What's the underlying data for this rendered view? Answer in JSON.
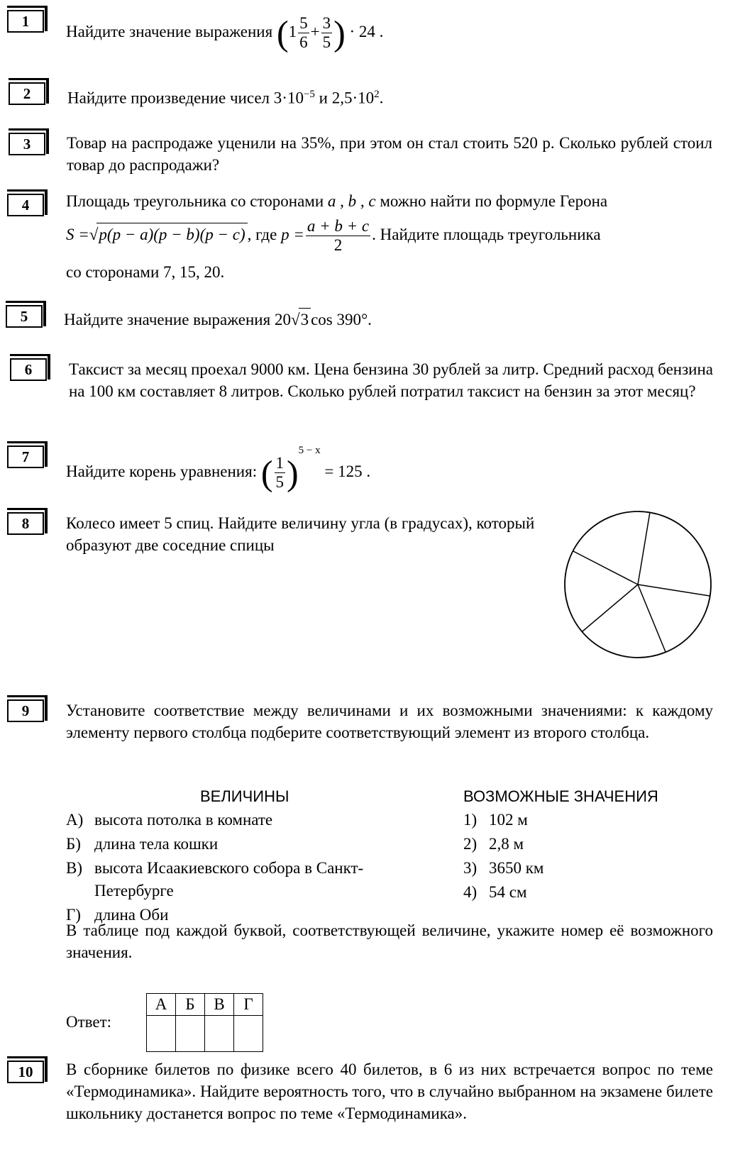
{
  "tasks": {
    "t1": {
      "number": "1",
      "text": "Найдите значение выражения",
      "whole": "1",
      "num1": "5",
      "den1": "6",
      "plus": "+",
      "num2": "3",
      "den2": "5",
      "tail": "· 24 ."
    },
    "t2": {
      "number": "2",
      "text": "Найдите произведение чисел",
      "a": "3·10",
      "a_exp": "−5",
      "and": "и",
      "b": "2,5·10",
      "b_exp": "2",
      "end": "."
    },
    "t3": {
      "number": "3",
      "text": "Товар на распродаже уценили на 35%, при этом он стал стоить 520 р. Сколько рублей стоил товар до распродажи?"
    },
    "t4": {
      "number": "4",
      "line1": "Площадь треугольника со сторонами",
      "vars": "a , b , c",
      "line1b": "можно найти по формуле Герона",
      "s_eq": "S =",
      "radicand": "p(p − a)(p − b)(p − c)",
      "where": ", где",
      "p_eq": "p =",
      "p_num": "a + b + c",
      "p_den": "2",
      "line2b": ". Найдите площадь треугольника",
      "line3": "со сторонами 7, 15, 20."
    },
    "t5": {
      "number": "5",
      "text": "Найдите значение выражения",
      "coef": "20",
      "rad": "3",
      "tail": "cos 390°."
    },
    "t6": {
      "number": "6",
      "text": "Таксист за месяц проехал 9000 км. Цена бензина 30 рублей за литр. Средний расход бензина на 100 км составляет 8 литров. Сколько рублей потратил таксист на бензин за этот месяц?"
    },
    "t7": {
      "number": "7",
      "text": "Найдите корень уравнения:",
      "num": "1",
      "den": "5",
      "exp": "5 − x",
      "tail": "= 125 ."
    },
    "t8": {
      "number": "8",
      "text": "Колесо имеет 5 спиц. Найдите величину угла (в градусах), который образуют две соседние спицы"
    },
    "t9": {
      "number": "9",
      "text": "Установите соответствие между величинами и их возможными значениями: к каждому элементу первого столбца подберите соответствующий элемент из второго столбца.",
      "col1_header": "ВЕЛИЧИНЫ",
      "col2_header": "ВОЗМОЖНЫЕ ЗНАЧЕНИЯ",
      "items": [
        {
          "k": "А)",
          "v": "высота потолка в комнате"
        },
        {
          "k": "Б)",
          "v": "длина тела кошки"
        },
        {
          "k": "В)",
          "v": "высота Исаакиевского собора в Санкт-"
        },
        {
          "k": "",
          "v": "Петербурге"
        },
        {
          "k": "Г)",
          "v": "длина Оби"
        }
      ],
      "values": [
        {
          "k": "1)",
          "v": "102 м"
        },
        {
          "k": "2)",
          "v": "2,8 м"
        },
        {
          "k": "3)",
          "v": "3650 км"
        },
        {
          "k": "4)",
          "v": "54 см"
        }
      ],
      "instruction": "В таблице под каждой буквой, соответствующей величине, укажите номер её возможного значения.",
      "answer_label": "Ответ:",
      "letters": [
        "А",
        "Б",
        "В",
        "Г"
      ]
    },
    "t10": {
      "number": "10",
      "text": "В сборнике билетов по физике всего 40 билетов, в 6 из них встречается вопрос по теме «Термодинамика». Найдите вероятность того, что в случайно выбранном на экзамене билете школьнику достанется вопрос по теме «Термодинамика»."
    }
  }
}
